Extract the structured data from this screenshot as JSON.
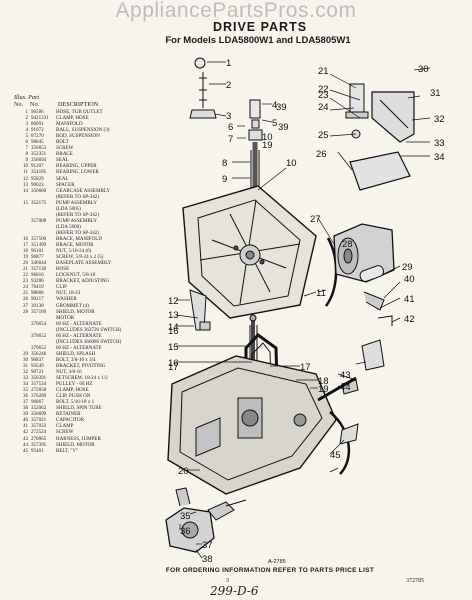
{
  "watermark": "AppliancePartsPros.com",
  "title": "DRIVE PARTS",
  "subtitle": "For Models LDA5800W1 and LDA5805W1",
  "parts_header": {
    "illus_label": "Illus. Part",
    "no_label": "No.",
    "part_no_label": "No.",
    "description_label": "DESCRIPTION"
  },
  "parts": [
    {
      "key": "1",
      "part": "96586",
      "desc": "HOSE, TUB OUTLET"
    },
    {
      "key": "2",
      "part": "9421331",
      "desc": "CLAMP, HOSE"
    },
    {
      "key": "3",
      "part": "86091",
      "desc": "MANIFOLD"
    },
    {
      "key": "4",
      "part": "91072",
      "desc": "BALL, SUSPENSION (3)"
    },
    {
      "key": "5",
      "part": "87270",
      "desc": "ROD, SUSPENSION"
    },
    {
      "key": "6",
      "part": "98045",
      "desc": "BOLT"
    },
    {
      "key": "7",
      "part": "356853",
      "desc": "SCREW"
    },
    {
      "key": "8",
      "part": "352351",
      "desc": "BRACE"
    },
    {
      "key": "9",
      "part": "356694",
      "desc": "SEAL"
    },
    {
      "key": "10",
      "part": "91207",
      "desc": "BEARING, UPPER"
    },
    {
      "key": "11",
      "part": "354185",
      "desc": "BEARING, LOWER"
    },
    {
      "key": "12",
      "part": "95829",
      "desc": "SEAL"
    },
    {
      "key": "13",
      "part": "90023",
      "desc": "SPACER"
    },
    {
      "key": "14",
      "part": "356660",
      "desc": "GEARCASE ASSEMBLY"
    },
    {
      "key": "",
      "part": "",
      "desc": "(REFER TO SP-342)"
    },
    {
      "key": "15",
      "part": "352175",
      "desc": "PUMP ASSEMBLY"
    },
    {
      "key": "",
      "part": "",
      "desc": "(LDA 5805)"
    },
    {
      "key": "",
      "part": "",
      "desc": "(REFER TO SP-342)"
    },
    {
      "key": "",
      "part": "357008",
      "desc": "PUMP ASSEMBLY"
    },
    {
      "key": "",
      "part": "",
      "desc": "(LDA 5800)"
    },
    {
      "key": "",
      "part": "",
      "desc": "(REFER TO SP-342)"
    },
    {
      "key": "16",
      "part": "357500",
      "desc": "BRACE, MANIFOLD"
    },
    {
      "key": "17",
      "part": "351499",
      "desc": "BRACE, MOTOR"
    },
    {
      "key": "18",
      "part": "96101",
      "desc": "NUT, 5/16-24 (6)"
    },
    {
      "key": "19",
      "part": "96877",
      "desc": "SCREW, 5/8-24 x 2 (5)"
    },
    {
      "key": "20",
      "part": "346644",
      "desc": "BASEPLATE ASSEMBLY"
    },
    {
      "key": "21",
      "part": "357130",
      "desc": "HOSE"
    },
    {
      "key": "22",
      "part": "96016",
      "desc": "LOCKNUT, 5/8-18"
    },
    {
      "key": "23",
      "part": "93286",
      "desc": "BRACKET, ADJUSTING"
    },
    {
      "key": "24",
      "part": "76419",
      "desc": "CLIP"
    },
    {
      "key": "25",
      "part": "98068",
      "desc": "NUT, 10-23"
    },
    {
      "key": "26",
      "part": "90217",
      "desc": "WASHER"
    },
    {
      "key": "27",
      "part": "39138",
      "desc": "GROMMET (4)"
    },
    {
      "key": "28",
      "part": "357189",
      "desc": "SHIELD, MOTOR"
    },
    {
      "key": "",
      "part": "",
      "desc": "MOTOR"
    },
    {
      "key": "",
      "part": "370654",
      "desc": "60 HZ - ALTERNATE"
    },
    {
      "key": "",
      "part": "",
      "desc": "(INCLUDES 362726 SWITCH)"
    },
    {
      "key": "",
      "part": "370652",
      "desc": "60 HZ - ALTERNATE"
    },
    {
      "key": "",
      "part": "",
      "desc": "(INCLUDES 360086 SWITCH)"
    },
    {
      "key": "",
      "part": "370652",
      "desc": "60 HZ - ALTERNATE"
    },
    {
      "key": "29",
      "part": "356246",
      "desc": "SHIELD, SPLASH"
    },
    {
      "key": "30",
      "part": "96837",
      "desc": "BOLT, 3/8-16 x 3/4"
    },
    {
      "key": "31",
      "part": "93549",
      "desc": "BRACKET, PIVOTING"
    },
    {
      "key": "32",
      "part": "90721",
      "desc": "NUT, 3/8-16"
    },
    {
      "key": "33",
      "part": "356391",
      "desc": "SETSCREW, 10-24 x 1/2"
    },
    {
      "key": "34",
      "part": "357534",
      "desc": "PULLEY - 60 HZ"
    },
    {
      "key": "35",
      "part": "272858",
      "desc": "CLAMP, HOSE"
    },
    {
      "key": "36",
      "part": "376289",
      "desc": "CLIP, PUSH ON"
    },
    {
      "key": "37",
      "part": "96867",
      "desc": "BOLT, 5/16-18 x 1"
    },
    {
      "key": "38",
      "part": "352062",
      "desc": "SHIELD, SPIN TUBE"
    },
    {
      "key": "39",
      "part": "356699",
      "desc": "RETAINER"
    },
    {
      "key": "40",
      "part": "357021",
      "desc": "CAPACITOR"
    },
    {
      "key": "41",
      "part": "357033",
      "desc": "CLAMP"
    },
    {
      "key": "42",
      "part": "272524",
      "desc": "SCREW"
    },
    {
      "key": "43",
      "part": "270065",
      "desc": "HARNESS, JUMPER"
    },
    {
      "key": "44",
      "part": "357395",
      "desc": "SHIELD, MOTOR"
    },
    {
      "key": "45",
      "part": "95401",
      "desc": "BELT, \"V\""
    }
  ],
  "callouts": [
    {
      "n": "1"
    },
    {
      "n": "2"
    },
    {
      "n": "3"
    },
    {
      "n": "4"
    },
    {
      "n": "5"
    },
    {
      "n": "6"
    },
    {
      "n": "7"
    },
    {
      "n": "8"
    },
    {
      "n": "9"
    },
    {
      "n": "10"
    },
    {
      "n": "11"
    },
    {
      "n": "12"
    },
    {
      "n": "13"
    },
    {
      "n": "14"
    },
    {
      "n": "15"
    },
    {
      "n": "16"
    },
    {
      "n": "17"
    },
    {
      "n": "18"
    },
    {
      "n": "19"
    },
    {
      "n": "20"
    },
    {
      "n": "21"
    },
    {
      "n": "22"
    },
    {
      "n": "23"
    },
    {
      "n": "24"
    },
    {
      "n": "25"
    },
    {
      "n": "26"
    },
    {
      "n": "27"
    },
    {
      "n": "28"
    },
    {
      "n": "29"
    },
    {
      "n": "30"
    },
    {
      "n": "31"
    },
    {
      "n": "32"
    },
    {
      "n": "33"
    },
    {
      "n": "34"
    },
    {
      "n": "35"
    },
    {
      "n": "36"
    },
    {
      "n": "37"
    },
    {
      "n": "38"
    },
    {
      "n": "39"
    },
    {
      "n": "40"
    },
    {
      "n": "41"
    },
    {
      "n": "42"
    },
    {
      "n": "43"
    },
    {
      "n": "44"
    },
    {
      "n": "45"
    },
    {
      "n": "16"
    },
    {
      "n": "17"
    },
    {
      "n": "10"
    },
    {
      "n": "19"
    },
    {
      "n": "39"
    }
  ],
  "caption": "A-2785",
  "footer": "FOR ORDERING INFORMATION REFER TO PARTS PRICE LIST",
  "page_number": "3",
  "doc_number": "372785",
  "handwritten_note": "299-D-6"
}
